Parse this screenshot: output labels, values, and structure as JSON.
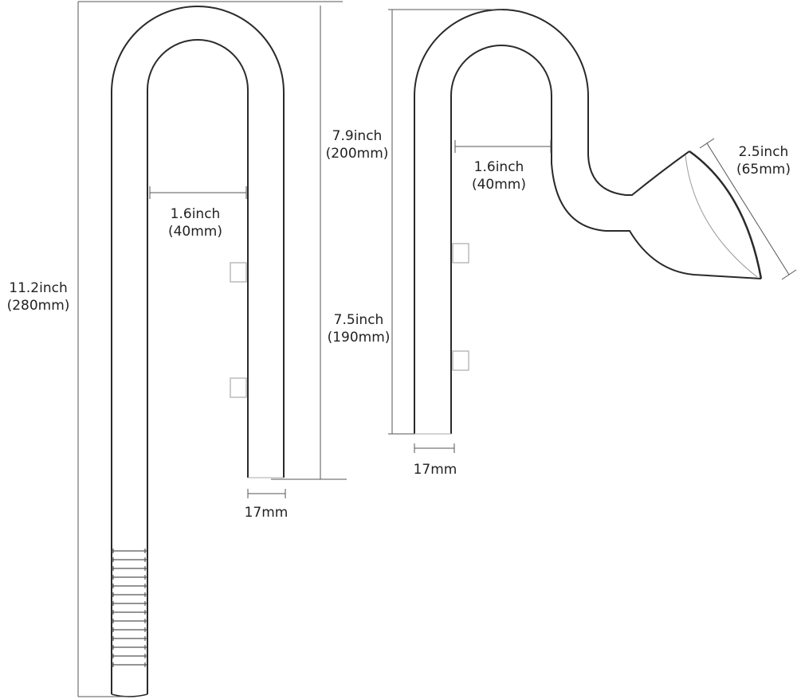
{
  "left_product": {
    "total_height": {
      "inch": "11.2inch",
      "mm": "(280mm)"
    },
    "leg_height": {
      "inch": "7.9inch",
      "mm": "(200mm)"
    },
    "gap_width": {
      "inch": "1.6inch",
      "mm": "(40mm)"
    },
    "tube_diameter": "17mm"
  },
  "right_product": {
    "leg_height": {
      "inch": "7.5inch",
      "mm": "(190mm)"
    },
    "gap_width": {
      "inch": "1.6inch",
      "mm": "(40mm)"
    },
    "cone_diameter": {
      "inch": "2.5inch",
      "mm": "(65mm)"
    },
    "tube_diameter": "17mm"
  },
  "colors": {
    "outline": "#2a2a2a",
    "dim_line": "#555555",
    "text": "#222222"
  }
}
